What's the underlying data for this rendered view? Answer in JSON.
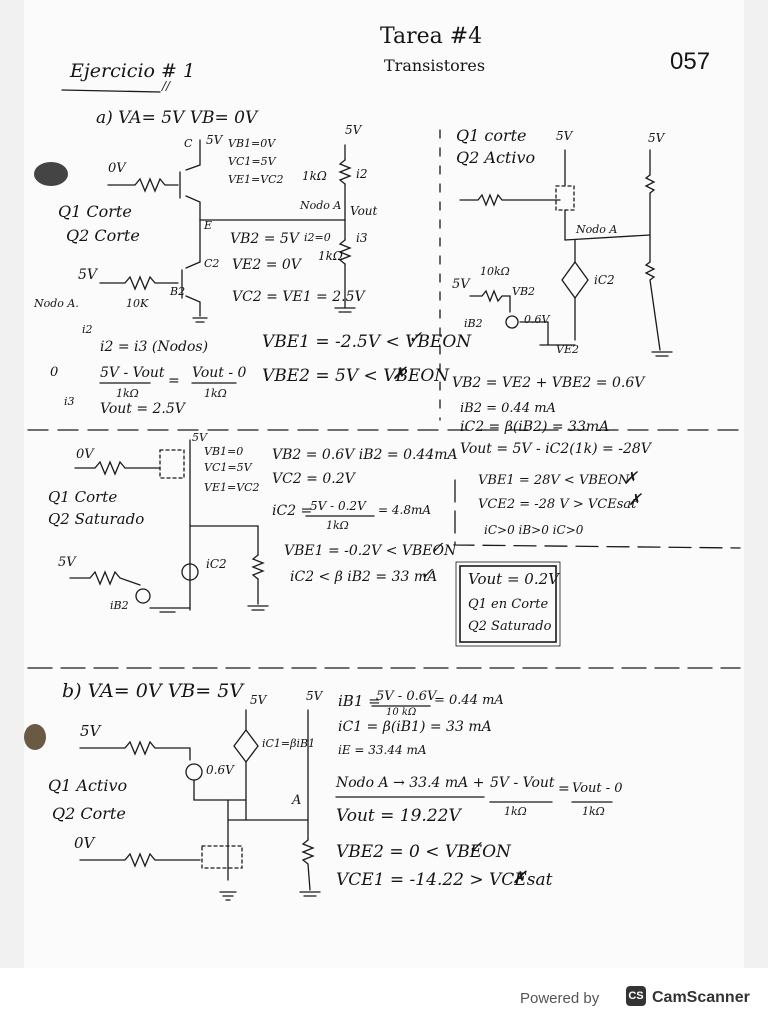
{
  "header": {
    "title": "Tarea #4",
    "subtitle": "Transistores",
    "page_number": "057",
    "exercise": "Ejercicio # 1",
    "exercise_mark": "//"
  },
  "part_a": {
    "heading": "a) VA= 5V VB= 0V",
    "circuit": {
      "supply_collector": "5V",
      "supply_rail": "5V",
      "input_left": "0V",
      "input_low": "5V",
      "res_base_low": "10K",
      "res_load_top": "1kΩ",
      "res_load_bottom": "1kΩ",
      "node_c": "C",
      "node_e": "E",
      "node_b2": "B2",
      "node_c2": "C2",
      "node_label": "Nodo A",
      "vout": "Vout",
      "i2": "i2",
      "i3": "i3",
      "zero_current": "i2=0",
      "gnd_note": "Nodo A.",
      "cuts": "ι"
    },
    "annotations": {
      "vb1": "VB1=0V",
      "vc1": "VC1=5V",
      "ve1": "VE1=VC2",
      "vb2": "VB2 = 5V",
      "ve2": "VE2 = 0V",
      "vc2": "VC2 = VE1 = 2.5V"
    },
    "states": [
      "Q1 Corte",
      "Q2 Corte"
    ],
    "node_eq": {
      "i2_label": "i2",
      "i3_label": "i3",
      "zero": "0",
      "kcl": "i2 = i3 (Nodos)",
      "num_left": "5V - Vout",
      "den_left": "1kΩ",
      "equals": "=",
      "num_right": "Vout - 0",
      "den_right": "1kΩ",
      "result": "Vout = 2.5V"
    },
    "checks": {
      "vbe1": "VBE1 = -2.5V < VBEON",
      "vbe1_mark": "✓",
      "vbe2": "VBE2 = 5V < VBEON",
      "vbe2_mark": "✗"
    }
  },
  "right_col": {
    "states": [
      "Q1 corte",
      "Q2 Activo"
    ],
    "supply1": "5V",
    "supply2": "5V",
    "node_label": "Nodo A",
    "ic2": "iC2",
    "input": "5V",
    "res_base": "10kΩ",
    "vb2": "VB2",
    "ib2": "iB2",
    "src": "0.6V",
    "ve2": "VE2",
    "eq1": "VB2 = VE2 + VBE2 = 0.6V",
    "eq2": "iB2 = 0.44 mA",
    "eq3": "iC2 = β(iB2) = 33mA",
    "eq4": "Vout = 5V - iC2(1k) = -28V",
    "eq5": "VBE1 = 28V < VBEON",
    "eq5_mark": "✗",
    "eq6": "VCE2 = -28 V > VCEsat",
    "eq6_mark": "✗",
    "eq7": "iC>0  iB>0  iC>0"
  },
  "part_a_sat": {
    "states": [
      "Q1 Corte",
      "Q2 Saturado"
    ],
    "input1": "0V",
    "input2": "5V",
    "supply": "5V",
    "vb1": "VB1=0",
    "vc1": "VC1=5V",
    "ve1": "VE1=VC2",
    "ic2": "iC2",
    "ib2": "iB2",
    "eq1": "VB2 = 0.6V  iB2 = 0.44mA",
    "eq2": "VC2 = 0.2V",
    "eq3_left": "iC2 =",
    "eq3_num": "5V - 0.2V",
    "eq3_den": "1kΩ",
    "eq3_right": "= 4.8mA",
    "eq4": "VBE1 = -0.2V < VBEON",
    "eq4_mark": "✓",
    "eq5": "iC2 < β iB2 = 33 mA",
    "eq5_mark": "✓",
    "box": [
      "Vout = 0.2V",
      "Q1 en Corte",
      "Q2 Saturado"
    ]
  },
  "part_b": {
    "heading": "b) VA= 0V  VB= 5V",
    "input1": "5V",
    "input2": "0V",
    "supply1": "5V",
    "supply2": "5V",
    "src": "0.6V",
    "dep": "iC1=βiB1",
    "node": "A",
    "states": [
      "Q1 Activo",
      "Q2 Corte"
    ],
    "eq1_left": "iB1 =",
    "eq1_num": "5V - 0.6V",
    "eq1_den": "10 kΩ",
    "eq1_right": "= 0.44 mA",
    "eq2": "iC1 = β(iB1) = 33 mA",
    "eq3": "iE = 33.44 mA",
    "eq4_left": "Nodo A → 33.4 mA +",
    "eq4_num": "5V - Vout",
    "eq4_den": "1kΩ",
    "eq4_eq": "=",
    "eq4_num2": "Vout - 0",
    "eq4_den2": "1kΩ",
    "eq5": "Vout = 19.22V",
    "eq6": "VBE2 = 0 < VBEON",
    "eq6_mark": "✓",
    "eq7": "VCE1 = -14.22 > VCEsat",
    "eq7_mark": "✗"
  },
  "footer": {
    "powered": "Powered by",
    "logo": "CS",
    "brand": "CamScanner"
  }
}
